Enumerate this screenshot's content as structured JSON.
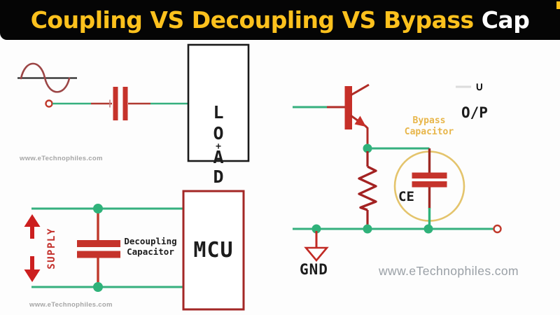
{
  "header": {
    "title_main": "Coupling VS Decoupling VS Bypass",
    "title_accent": "Cap",
    "title_color": "#FDC11D",
    "accent_text_color": "#FFFFFF",
    "background": "#050505"
  },
  "watermarks": {
    "small": "www.eTechnophiles.com",
    "large": "www.eTechnophiles.com"
  },
  "coupling_circuit": {
    "load_letters": [
      "L",
      "O",
      "A",
      "D"
    ],
    "load_plus": "+"
  },
  "decoupling_circuit": {
    "supply_label": "SUPPLY",
    "label_line1": "Decoupling",
    "label_line2": "Capacitor",
    "chip_label": "MCU"
  },
  "bypass_circuit": {
    "label_line1": "Bypass",
    "label_line2": "Capacitor",
    "capacitor_name": "CE",
    "partial_symbol": "∪",
    "output_label": "O/P",
    "ground_label": "GND"
  },
  "colors": {
    "wire_green": "#35b07e",
    "junction_green": "#2fb27a",
    "component_red": "#c5332b",
    "wire_red": "#b03a31",
    "resistor_dark_red": "#a32222",
    "sine_maroon": "#9c4646",
    "mcu_border_red": "#a32726",
    "highlight_circle_yellow": "#e4c46c",
    "label_yellow": "#e8b64a",
    "watermark_gray": "#9aa0a6",
    "text_black": "#1c1c1c"
  }
}
